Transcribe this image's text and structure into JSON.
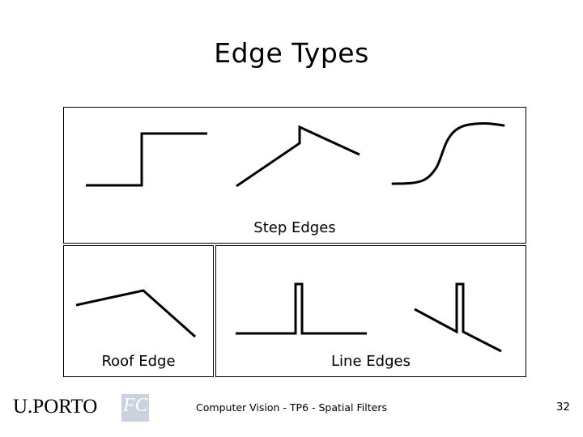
{
  "slide": {
    "title": "Edge Types",
    "panels": [
      {
        "id": "step",
        "caption": "Step Edges",
        "figures": [
          {
            "name": "step-edge-abrupt"
          },
          {
            "name": "step-edge-ramp"
          },
          {
            "name": "step-edge-smooth"
          }
        ]
      },
      {
        "id": "roof",
        "caption": "Roof Edge",
        "figures": [
          {
            "name": "roof-edge"
          }
        ]
      },
      {
        "id": "line",
        "caption": "Line Edges",
        "figures": [
          {
            "name": "line-edge-spike"
          },
          {
            "name": "line-edge-slanted"
          }
        ]
      }
    ]
  },
  "footer": {
    "logo_text": "U.PORTO",
    "logo_badge": "FC",
    "text": "Computer Vision - TP6 - Spatial Filters",
    "page_number": "32"
  },
  "colors": {
    "stroke": "#000000",
    "background": "#ffffff",
    "badge": "#c9d2de"
  }
}
